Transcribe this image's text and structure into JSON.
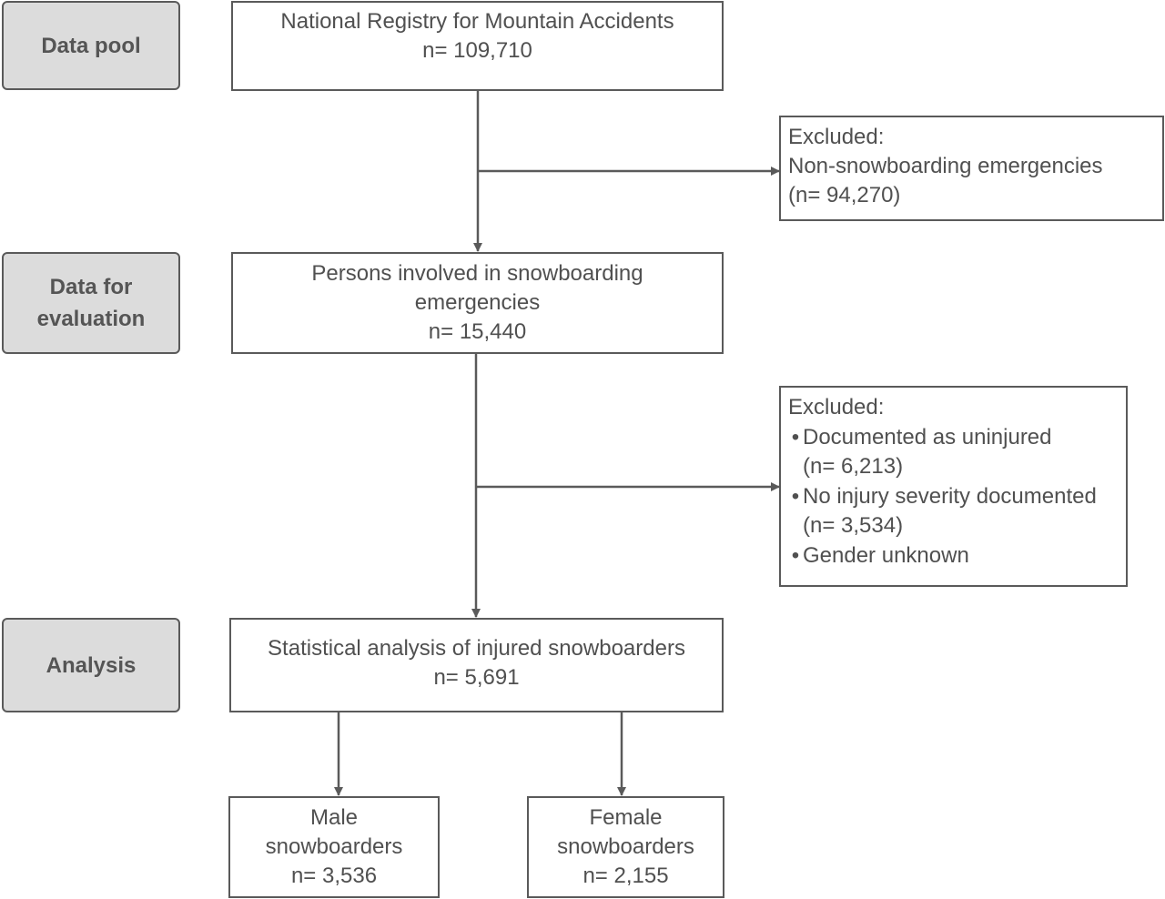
{
  "stages": {
    "data_pool": "Data pool",
    "data_for_evaluation": [
      "Data for",
      "evaluation"
    ],
    "analysis": "Analysis"
  },
  "registry": {
    "title": "National Registry for Mountain Accidents",
    "n": "n= 109,710"
  },
  "exclusion_1": {
    "heading": "Excluded:",
    "reason": "Non-snowboarding emergencies",
    "n": "(n= 94,270)"
  },
  "evaluation": {
    "title_line1": "Persons involved in snowboarding",
    "title_line2": "emergencies",
    "n": "n= 15,440"
  },
  "exclusion_2": {
    "heading": "Excluded:",
    "items": [
      {
        "bullet": "•",
        "label": "Documented as uninjured",
        "n": "(n= 6,213)"
      },
      {
        "bullet": "•",
        "label": "No injury severity documented",
        "n": "(n= 3,534)"
      },
      {
        "bullet": "•",
        "label": "Gender unknown"
      }
    ]
  },
  "analysis": {
    "title": "Statistical analysis of injured snowboarders",
    "n": "n= 5,691"
  },
  "male": {
    "line1": "Male",
    "line2": "snowboarders",
    "n": "n= 3,536"
  },
  "female": {
    "line1": "Female",
    "line2": "snowboarders",
    "n": "n= 2,155"
  },
  "colors": {
    "stage_fill": "#dcdcdc",
    "border": "#5a5a5a",
    "text": "#505050"
  }
}
